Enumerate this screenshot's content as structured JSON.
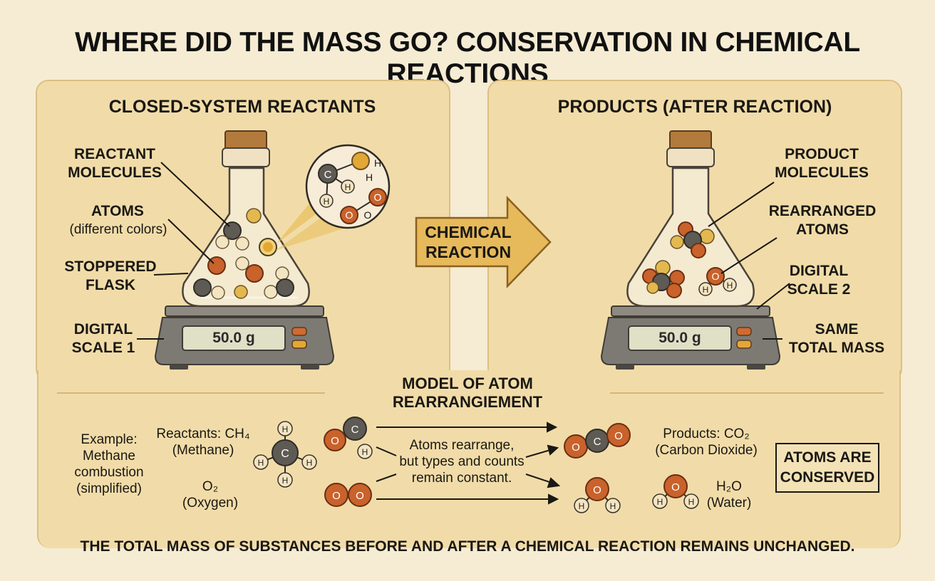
{
  "title": "WHERE DID THE MASS GO? CONSERVATION IN CHEMICAL REACTIONS",
  "left_panel": {
    "heading": "CLOSED-SYSTEM REACTANTS",
    "label_molecules": "REACTANT\nMOLECULES",
    "label_atoms": "ATOMS",
    "label_atoms_sub": "(different colors)",
    "label_flask": "STOPPERED\nFLASK",
    "label_scale": "DIGITAL\nSCALE 1",
    "scale_reading": "50.0 g",
    "zoom_atoms": [
      "C",
      "H",
      "H",
      "H",
      "O",
      "O",
      "O"
    ]
  },
  "arrow": {
    "label": "CHEMICAL\nREACTION"
  },
  "right_panel": {
    "heading": "PRODUCTS (AFTER REACTION)",
    "label_molecules": "PRODUCT\nMOLECULES",
    "label_rearranged": "REARRANGED\nATOMS",
    "label_scale": "DIGITAL\nSCALE 2",
    "label_same": "SAME\nTOTAL MASS",
    "scale_reading": "50.0 g",
    "flask_atoms": [
      "O",
      "H",
      "H"
    ]
  },
  "model": {
    "title": "MODEL OF ATOM REARRANGIEMENT",
    "example": "Example:\nMethane\ncombustion\n(simplified)",
    "reactants_label": "Reactants: CH₄\n(Methane)",
    "oxygen_label": "O₂\n(Oxygen)",
    "middle_text": "Atoms rearrange,\nbut types and counts\nremain constant.",
    "products_co2": "Products: CO₂\n(Carbon Dioxide)",
    "products_h2o": "H₂O\n(Water)",
    "methane_atoms": [
      "C",
      "H",
      "H",
      "H",
      "H"
    ],
    "co_group_atoms": [
      "O",
      "C",
      "H"
    ],
    "o2_atoms": [
      "O",
      "O"
    ],
    "co2_atoms": [
      "O",
      "C",
      "O"
    ],
    "h2o_atoms": [
      "O",
      "H",
      "H"
    ],
    "water_atoms": [
      "O",
      "H",
      "H"
    ],
    "conserved": "ATOMS ARE\nCONSERVED"
  },
  "footer": "THE TOTAL MASS OF SUBSTANCES BEFORE AND AFTER A CHEMICAL REACTION REMAINS UNCHANGED.",
  "colors": {
    "background": "#f6ecd3",
    "panel": "#f1dca9",
    "carbon": "#5e5a54",
    "oxygen": "#c9622b",
    "hydrogen": "#f3e4c2",
    "gold": "#d9a73c",
    "arrow": "#e6b95b"
  }
}
